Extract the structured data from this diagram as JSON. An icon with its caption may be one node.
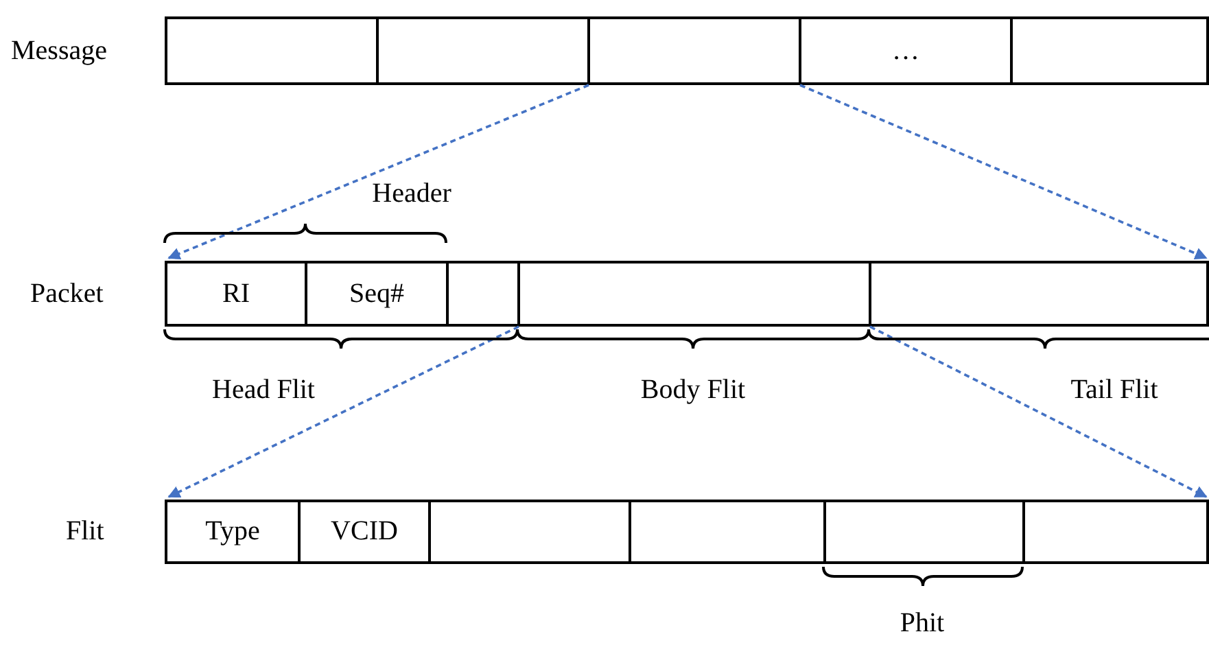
{
  "diagram": {
    "nodes": [
      {
        "text": [
          "Message"
        ]
      },
      {
        "text": [],
        "shape": "box",
        "in": 0
      },
      {
        "text": [],
        "shape": "box",
        "in": 0
      },
      {
        "text": [],
        "shape": "box",
        "in": 0
      },
      {
        "text": [
          "…"
        ],
        "in": 0
      },
      {
        "text": [],
        "shape": "box",
        "in": 0
      },
      {
        "text": [
          "Packet"
        ]
      },
      {
        "text": [
          "RI"
        ],
        "in": 6
      },
      {
        "text": [
          "Seq#"
        ],
        "in": 6
      },
      {
        "text": [],
        "shape": "box",
        "in": 6
      },
      {
        "text": [],
        "shape": "box",
        "in": 6
      },
      {
        "text": [],
        "shape": "box",
        "in": 6
      },
      {
        "text": [
          "Flit"
        ]
      },
      {
        "text": [
          "Type"
        ],
        "in": 12
      },
      {
        "text": [
          "VCID"
        ],
        "in": 12
      },
      {
        "text": [],
        "shape": "box",
        "in": 12
      },
      {
        "text": [],
        "shape": "box",
        "in": 12
      },
      {
        "text": [],
        "shape": "box",
        "in": 12
      },
      {
        "text": [],
        "shape": "box",
        "in": 12
      }
    ],
    "edges": [
      {
        "from": 3,
        "to": 6,
        "arrow": "to",
        "style": "dashed",
        "color": "#4472c4"
      },
      {
        "from": 3,
        "to": 6,
        "arrow": "to",
        "style": "dashed",
        "color": "#4472c4"
      },
      {
        "from": 10,
        "to": 12,
        "arrow": "to",
        "style": "dashed",
        "color": "#4472c4"
      },
      {
        "from": 10,
        "to": 12,
        "arrow": "to",
        "style": "dashed",
        "color": "#4472c4"
      }
    ],
    "labels": [
      "Header",
      "Head Flit",
      "Body Flit",
      "Tail Flit",
      "Phit"
    ]
  }
}
